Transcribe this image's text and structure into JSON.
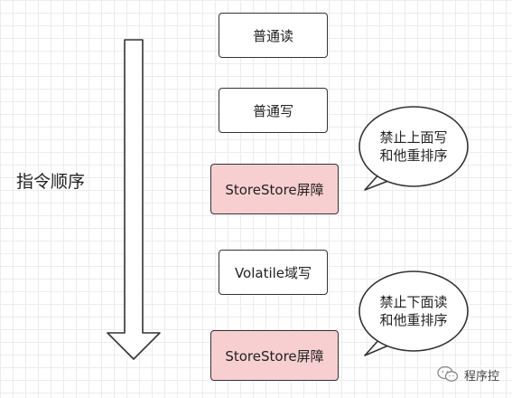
{
  "diagram": {
    "side_label": "指令顺序",
    "steps": [
      {
        "label": "普通读",
        "kind": "normal"
      },
      {
        "label": "普通写",
        "kind": "normal"
      },
      {
        "label": "StoreStore屏障",
        "kind": "barrier"
      },
      {
        "label": "Volatile域写",
        "kind": "normal"
      },
      {
        "label": "StoreStore屏障",
        "kind": "barrier"
      }
    ],
    "callouts": [
      {
        "line1": "禁止上面写",
        "line2": "和他重排序"
      },
      {
        "line1": "禁止下面读",
        "line2": "和他重排序"
      }
    ],
    "watermark": "程序控",
    "colors": {
      "barrier_fill": "#f8cfd1",
      "normal_fill": "#ffffff",
      "stroke": "#333333",
      "grid": "#ececec"
    },
    "icons": {
      "arrow": "down-arrow-icon",
      "watermark": "wechat-logo-icon"
    }
  }
}
